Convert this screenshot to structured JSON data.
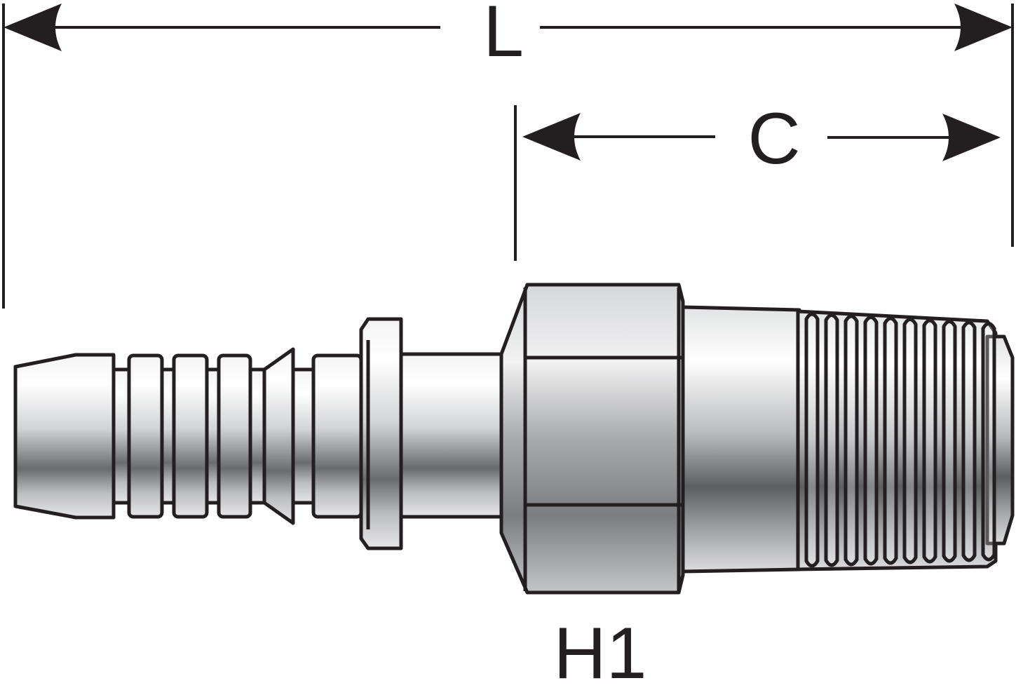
{
  "dimensions": {
    "overall_length_label": "L",
    "thread_length_label": "C",
    "hex_label": "H1"
  },
  "colors": {
    "line": "#231f20",
    "metal_light": "#ffffff",
    "metal_mid": "#c8c9cb",
    "metal_dark": "#5f6062",
    "background": "#ffffff"
  },
  "parts": {
    "hose_barb": "hose-barb",
    "collar": "collar",
    "hex_nut": "hex-nut",
    "thread": "male-pipe-thread"
  }
}
